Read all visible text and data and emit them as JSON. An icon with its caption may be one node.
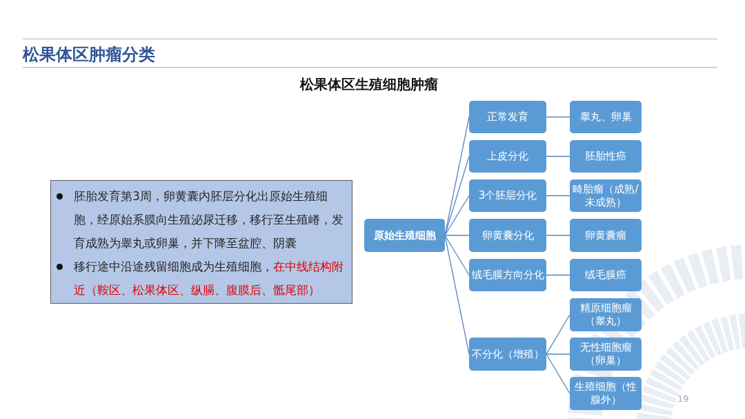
{
  "diagram": {
    "title": "松果体区肿瘤分类",
    "nodes": [
      {
        "text": [
          "胚胎发育第3周，卵黄囊内胚层分化出原始生殖细胞，经原始系膜向生殖泌尿迁移，移行至生殖嵴，发育成熟为睾丸或卵巢，并下降至盆腔、阴囊",
          "移行途中沿途残留细胞成为生殖细胞，",
          "在中线结构附近（鞍区、松果体区、纵膈、腹膜后、骶尾部）"
        ]
      },
      {
        "text": [
          "原始生殖细胞"
        ]
      },
      {
        "text": [
          "正常发育"
        ]
      },
      {
        "text": [
          "睾丸、卵巢"
        ]
      },
      {
        "text": [
          "上皮分化"
        ]
      },
      {
        "text": [
          "胚胎性癌"
        ]
      },
      {
        "text": [
          "3个胚层分化"
        ]
      },
      {
        "text": [
          "畸胎瘤（成熟/未成熟）"
        ]
      },
      {
        "text": [
          "卵黄囊分化"
        ]
      },
      {
        "text": [
          "卵黄囊瘤"
        ]
      },
      {
        "text": [
          "绒毛膜方向分化"
        ]
      },
      {
        "text": [
          "绒毛膜癌"
        ]
      },
      {
        "text": [
          "精原细胞瘤（睾丸）"
        ]
      },
      {
        "text": [
          "不分化（增殖）"
        ]
      },
      {
        "text": [
          "无性细胞瘤（卵巢）"
        ]
      },
      {
        "text": [
          "生殖细胞（性腺外）"
        ]
      }
    ],
    "edges": [
      {
        "from": 1,
        "to": 2,
        "arrow": "none"
      },
      {
        "from": 1,
        "to": 4,
        "arrow": "none"
      },
      {
        "from": 1,
        "to": 6,
        "arrow": "none"
      },
      {
        "from": 1,
        "to": 8,
        "arrow": "none"
      },
      {
        "from": 1,
        "to": 10,
        "arrow": "none"
      },
      {
        "from": 1,
        "to": 13,
        "arrow": "none"
      },
      {
        "from": 2,
        "to": 3,
        "arrow": "none"
      },
      {
        "from": 4,
        "to": 5,
        "arrow": "none"
      },
      {
        "from": 6,
        "to": 7,
        "arrow": "none"
      },
      {
        "from": 8,
        "to": 9,
        "arrow": "none"
      },
      {
        "from": 10,
        "to": 11,
        "arrow": "none"
      },
      {
        "from": 13,
        "to": 12,
        "arrow": "none"
      },
      {
        "from": 13,
        "to": 14,
        "arrow": "none"
      },
      {
        "from": 13,
        "to": 15,
        "arrow": "none"
      }
    ],
    "labels": [
      "松果体区生殖细胞肿瘤",
      "19"
    ]
  }
}
